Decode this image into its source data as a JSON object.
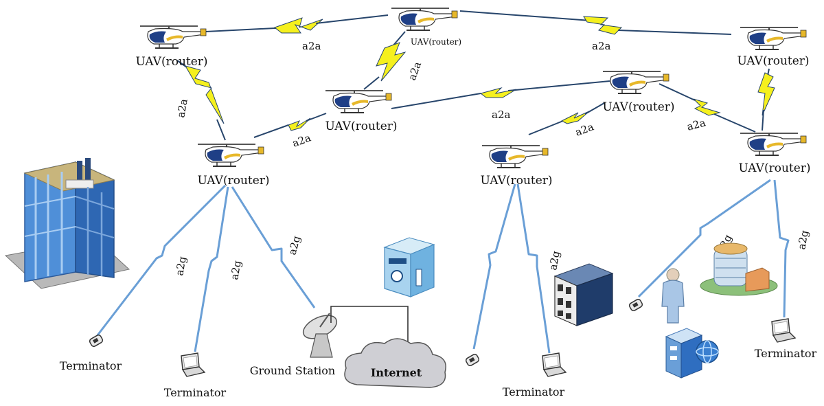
{
  "colors": {
    "a2a_bolt": "#f5f01e",
    "a2a_line": "#27456b",
    "a2g_line": "#6a9fd6",
    "building_blue": "#3d7ec8",
    "cloud_fill": "#cfcfd4"
  },
  "uavs": [
    {
      "id": "uav-nw",
      "label": "UAV(router)"
    },
    {
      "id": "uav-top",
      "label": "UAV(router)"
    },
    {
      "id": "uav-ne",
      "label": "UAV(router)"
    },
    {
      "id": "uav-mid",
      "label": "UAV(router)"
    },
    {
      "id": "uav-cent-right",
      "label": "UAV(router)"
    },
    {
      "id": "uav-left-low",
      "label": "UAV(router)"
    },
    {
      "id": "uav-right-low",
      "label": "UAV(router)"
    },
    {
      "id": "uav-far-right",
      "label": "UAV(router)"
    }
  ],
  "links": {
    "a2a": "a2a",
    "a2g": "a2g"
  },
  "nodes": {
    "terminal_label": "Terminator",
    "ground_station": "Ground Station",
    "internet": "Internet"
  }
}
